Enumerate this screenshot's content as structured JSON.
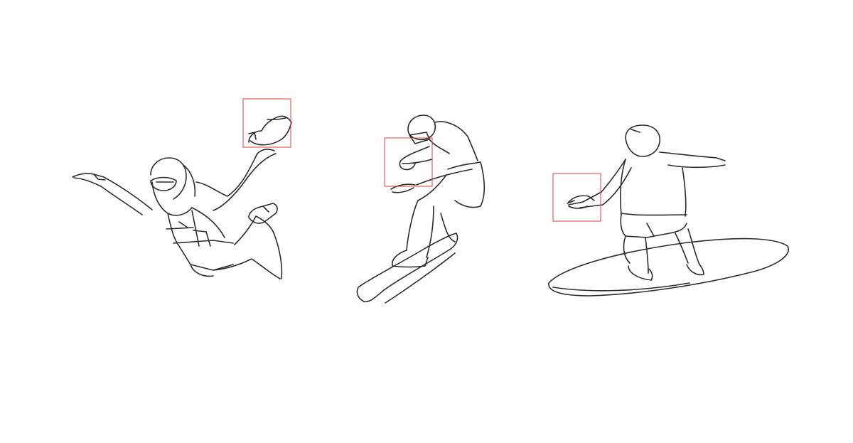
{
  "figures": [
    {
      "id": "skydiver",
      "label": ""
    },
    {
      "id": "snowboarder",
      "label": ""
    },
    {
      "id": "surfer",
      "label": ""
    }
  ],
  "colors": {
    "background": "#ffffff",
    "stroke": "#2b2b2b",
    "highlight": "#e23c3c"
  }
}
